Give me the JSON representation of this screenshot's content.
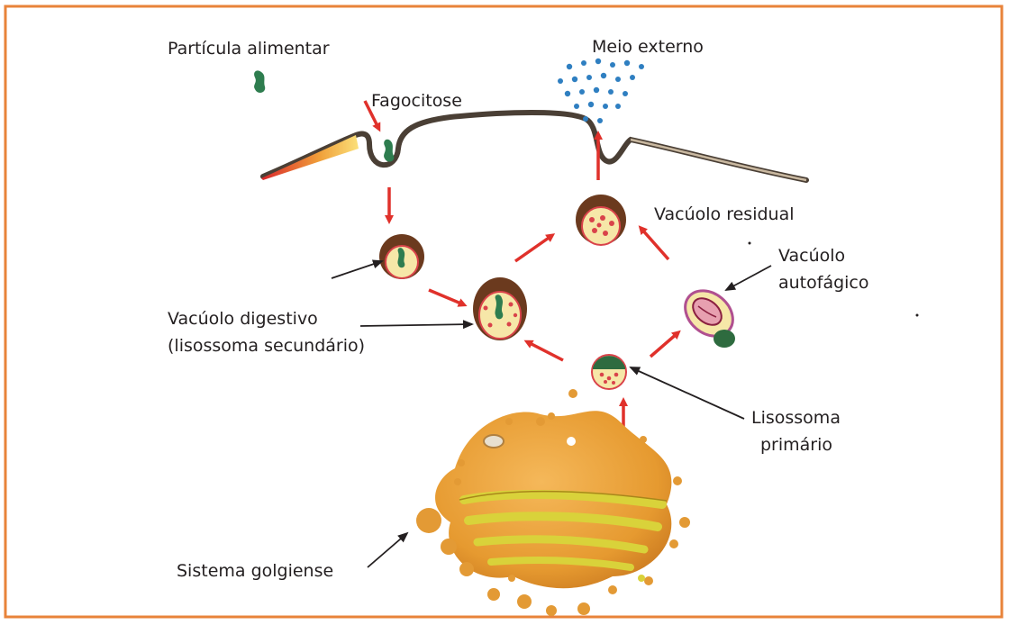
{
  "labels": {
    "particula": "Partícula alimentar",
    "fagocitose": "Fagocitose",
    "meio_externo": "Meio externo",
    "vacuolo_residual": "Vacúolo residual",
    "vacuolo_autofagico_1": "Vacúolo",
    "vacuolo_autofagico_2": "autofágico",
    "vacuolo_digestivo_1": "Vacúolo digestivo",
    "vacuolo_digestivo_2": "(lisossoma secundário)",
    "lisossoma_1": "Lisossoma",
    "lisossoma_2": "primário",
    "sistema_golgiense": "Sistema golgiense"
  },
  "colors": {
    "border": "#e8833a",
    "membrane": "#4a3f35",
    "arrow_red": "#e0312b",
    "pointer": "#231f20",
    "vesicle_brown": "#6b3a1e",
    "vesicle_inner": "#f6e7a8",
    "particle_green": "#2e7d4f",
    "dot_red": "#d9434a",
    "dot_blue": "#2f7fc1",
    "golgi_orange": "#e9a23b",
    "golgi_yellow": "#d9d23a"
  }
}
